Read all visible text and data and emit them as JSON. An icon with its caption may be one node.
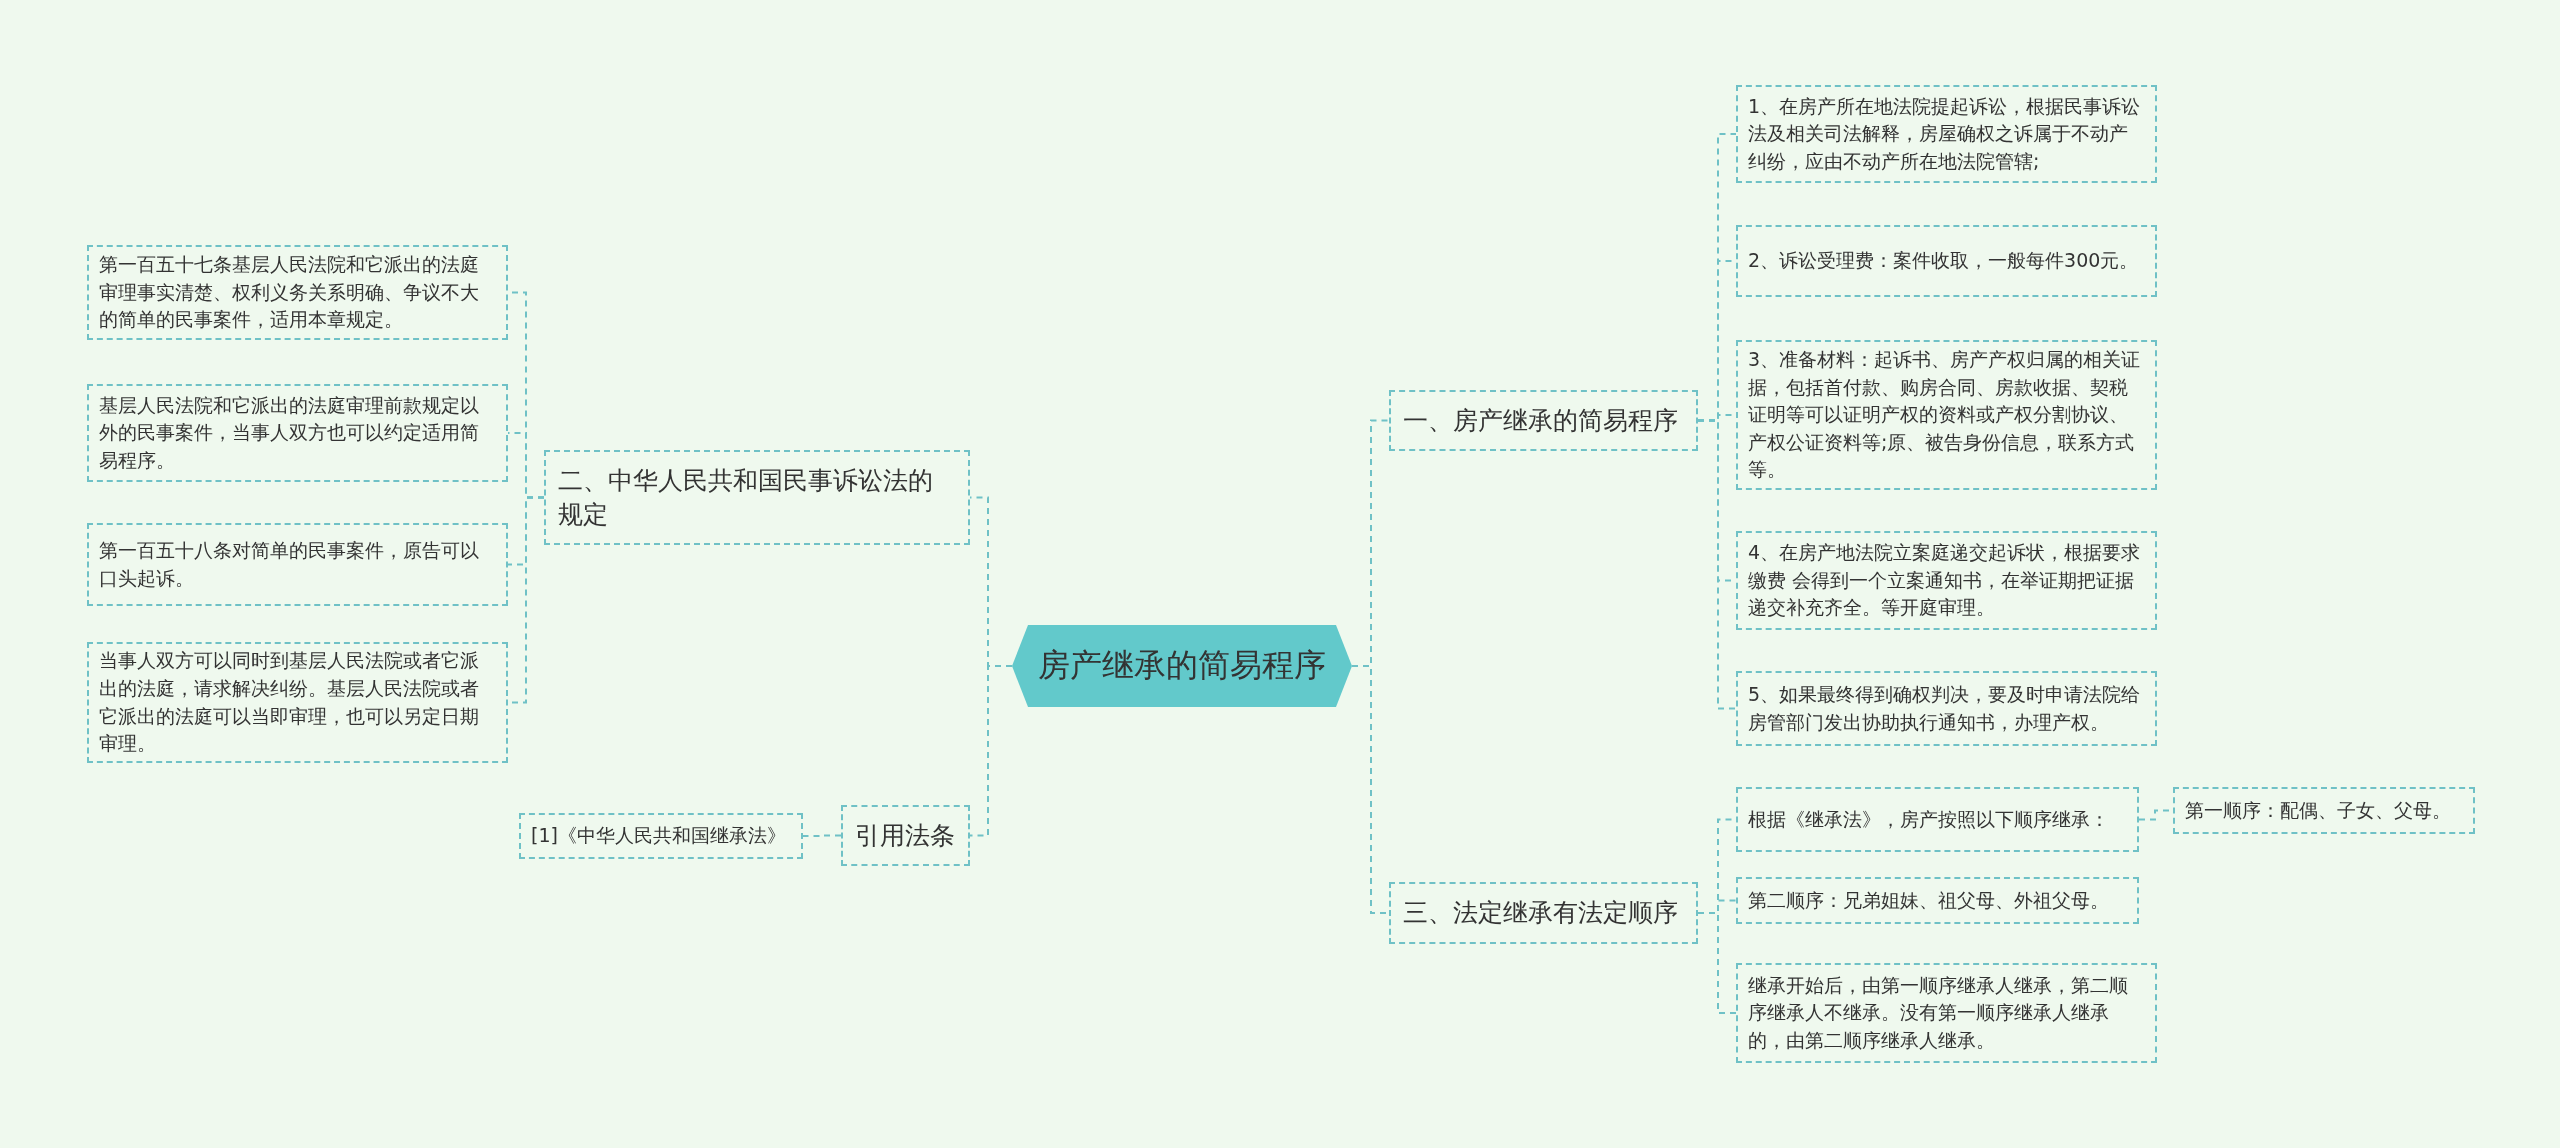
{
  "diagram": {
    "nodes": [
      {
        "text": [
          "房产继承的简易程序"
        ]
      },
      {
        "text": [
          "一、房产继承的简易程序"
        ]
      },
      {
        "text": [
          "1、在房产所在地法院提起诉讼，根据民事诉讼法及相关司法解释，房屋确权之诉属于不动产纠纷，应由不动产所在地法院管辖;"
        ]
      },
      {
        "text": [
          "2、诉讼受理费：案件收取，一般每件300元。"
        ]
      },
      {
        "text": [
          "3、准备材料：起诉书、房产产权归属的相关证据，包括首付款、购房合同、房款收据、契税证明等可以证明产权的资料或产权分割协议、产权公证资料等;原、被告身份信息，联系方式等。"
        ]
      },
      {
        "text": [
          "4、在房产地法院立案庭递交起诉状，根据要求缴费 会得到一个立案通知书，在举证期把证据递交补充齐全。等开庭审理。"
        ]
      },
      {
        "text": [
          "5、如果最终得到确权判决，要及时申请法院给房管部门发出协助执行通知书，办理产权。"
        ]
      },
      {
        "text": [
          "三、法定继承有法定顺序"
        ]
      },
      {
        "text": [
          "根据《继承法》，房产按照以下顺序继承："
        ]
      },
      {
        "text": [
          "第一顺序：配偶、子女、父母。"
        ]
      },
      {
        "text": [
          "第二顺序：兄弟姐妹、祖父母、外祖父母。"
        ]
      },
      {
        "text": [
          "继承开始后，由第一顺序继承人继承，第二顺序继承人不继承。没有第一顺序继承人继承的，由第二顺序继承人继承。"
        ]
      },
      {
        "text": [
          "二、中华人民共和国民事诉讼法的规定"
        ]
      },
      {
        "text": [
          "第一百五十七条基层人民法院和它派出的法庭审理事实清楚、权利义务关系明确、争议不大的简单的民事案件，适用本章规定。"
        ]
      },
      {
        "text": [
          "基层人民法院和它派出的法庭审理前款规定以外的民事案件，当事人双方也可以约定适用简易程序。"
        ]
      },
      {
        "text": [
          "第一百五十八条对简单的民事案件，原告可以口头起诉。"
        ]
      },
      {
        "text": [
          "当事人双方可以同时到基层人民法院或者它派出的法庭，请求解决纠纷。基层人民法院或者它派出的法庭可以当即审理，也可以另定日期审理。"
        ]
      },
      {
        "text": [
          "引用法条"
        ]
      },
      {
        "text": [
          "[1]《中华人民共和国继承法》"
        ]
      }
    ],
    "edges": [
      {
        "from": 0,
        "to": 1,
        "arrow": "none"
      },
      {
        "from": 1,
        "to": 2,
        "arrow": "none"
      },
      {
        "from": 1,
        "to": 3,
        "arrow": "none"
      },
      {
        "from": 1,
        "to": 4,
        "arrow": "none"
      },
      {
        "from": 1,
        "to": 5,
        "arrow": "none"
      },
      {
        "from": 1,
        "to": 6,
        "arrow": "none"
      },
      {
        "from": 0,
        "to": 7,
        "arrow": "none"
      },
      {
        "from": 7,
        "to": 8,
        "arrow": "none"
      },
      {
        "from": 8,
        "to": 9,
        "arrow": "none"
      },
      {
        "from": 7,
        "to": 10,
        "arrow": "none"
      },
      {
        "from": 7,
        "to": 11,
        "arrow": "none"
      },
      {
        "from": 0,
        "to": 12,
        "arrow": "none"
      },
      {
        "from": 12,
        "to": 13,
        "arrow": "none"
      },
      {
        "from": 12,
        "to": 14,
        "arrow": "none"
      },
      {
        "from": 12,
        "to": 15,
        "arrow": "none"
      },
      {
        "from": 12,
        "to": 16,
        "arrow": "none"
      },
      {
        "from": 0,
        "to": 17,
        "arrow": "none"
      },
      {
        "from": 17,
        "to": 18,
        "arrow": "none"
      }
    ]
  }
}
